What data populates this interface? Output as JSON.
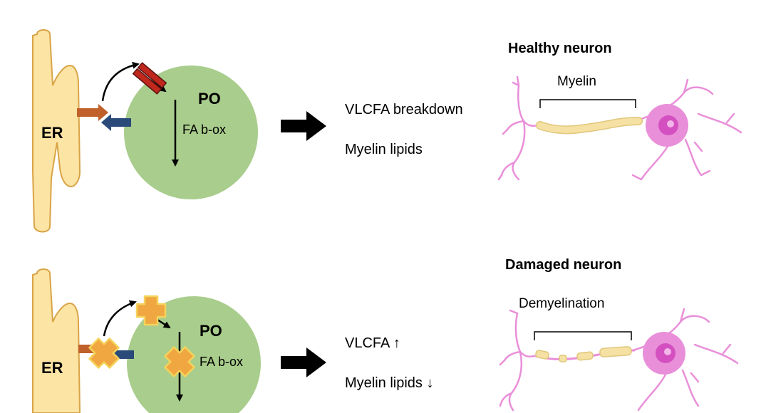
{
  "colors": {
    "er_fill": "#fce4a4",
    "er_stroke": "#d9a447",
    "po_fill": "#a9cd8c",
    "orange_arrow": "#c0602a",
    "blue_arrow": "#2a4a7a",
    "red_transporter": "#c0281e",
    "cross_fill": "#f0a742",
    "cross_stroke": "#f5d35a",
    "neuron_pink": "#e98fd9",
    "neuron_nucleus": "#d44fc0",
    "myelin": "#f6e1a4"
  },
  "healthy": {
    "er_label": "ER",
    "po_label": "PO",
    "fa_label": "FA b-ox",
    "outcome_1": "VLCFA breakdown",
    "outcome_2": "Myelin lipids",
    "neuron_title": "Healthy neuron",
    "sheath_label": "Myelin"
  },
  "damaged": {
    "er_label": "ER",
    "po_label": "PO",
    "fa_label": "FA b-ox",
    "outcome_1": "VLCFA ↑",
    "outcome_2": "Myelin lipids ↓",
    "neuron_title": "Damaged neuron",
    "sheath_label": "Demyelination"
  }
}
